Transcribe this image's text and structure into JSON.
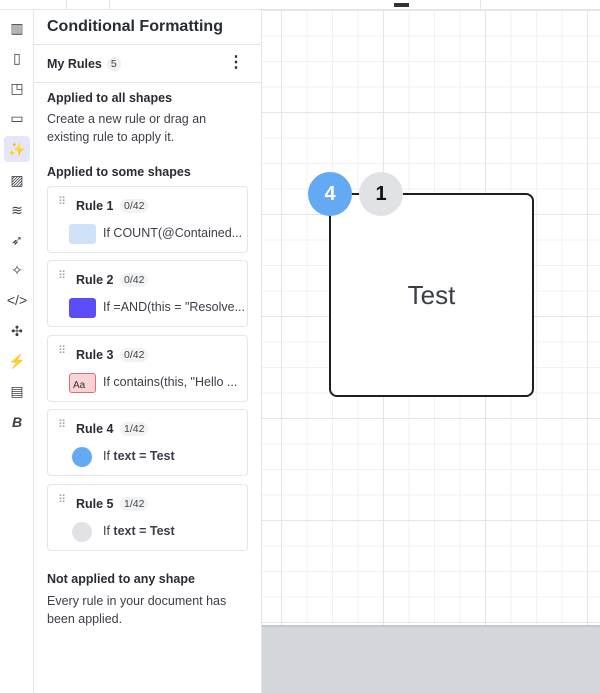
{
  "panel": {
    "title": "Conditional Formatting",
    "my_rules_label": "My Rules",
    "my_rules_count": "5",
    "all_heading": "Applied to all shapes",
    "all_desc": "Create a new rule or drag an existing rule to apply it.",
    "some_heading": "Applied to some shapes",
    "none_heading": "Not applied to any shape",
    "none_desc": "Every rule in your document has been applied.",
    "rules": [
      {
        "name": "Rule 1",
        "count": "0/42",
        "condition": "If COUNT(@Contained...",
        "color": "#cfe2f8",
        "style": "swatch"
      },
      {
        "name": "Rule 2",
        "count": "0/42",
        "condition": "If =AND(this = \"Resolve...",
        "color": "#5b4df5",
        "style": "swatch"
      },
      {
        "name": "Rule 3",
        "count": "0/42",
        "condition": "If contains(this, \"Hello ...",
        "color": "#f9d3d6",
        "style": "text",
        "swatch_text": "Aa"
      },
      {
        "name": "Rule 4",
        "count": "1/42",
        "condition_prefix": "If ",
        "condition_field": "text = Test",
        "color": "#64a9f3",
        "style": "dot"
      },
      {
        "name": "Rule 5",
        "count": "1/42",
        "condition_prefix": "If ",
        "condition_field": "text = Test",
        "color": "#e0e2e5",
        "style": "dot"
      }
    ]
  },
  "rail": {
    "icons": [
      "layout-icon",
      "fill-icon",
      "shapes-icon",
      "frame-icon",
      "magic-wand-icon",
      "image-icon",
      "data-icon",
      "rocket-icon",
      "sparkle-icon",
      "code-icon",
      "puzzle-icon",
      "quick-action-icon",
      "presentation-icon",
      "brand-icon"
    ],
    "active": "magic-wand-icon"
  },
  "canvas": {
    "shape_text": "Test",
    "badge_primary": "4",
    "badge_secondary": "1",
    "badge_primary_color": "#64a9f3",
    "badge_secondary_color": "#e0e2e5"
  }
}
